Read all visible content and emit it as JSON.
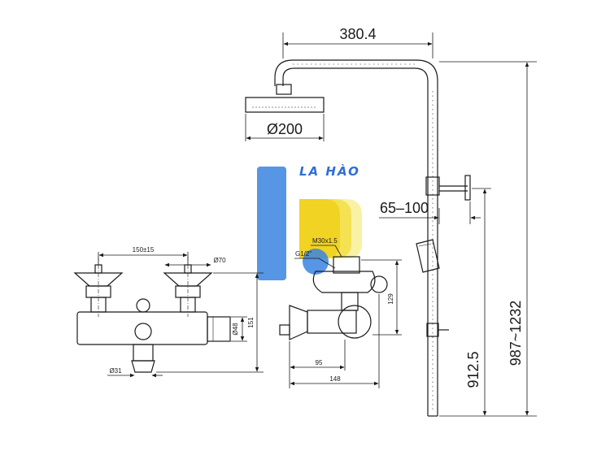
{
  "colors": {
    "line": "#1a1a1a",
    "logo_blue": "#3a82e0",
    "logo_blue_light": "#8dbaf0",
    "logo_yellow": "#f3e04a",
    "logo_yellow_light": "#f8ef9a",
    "brand_text": "#2f6fd6"
  },
  "logo": {
    "text": "LA HÀO"
  },
  "dimensions": {
    "top_width": "380.4",
    "head_diameter": "Ø200",
    "arm_reach": "65–100",
    "total_height": "987~1232",
    "handset_height": "912.5",
    "valve_spacing": "150±15",
    "handle_diameter": "Ø70",
    "body_diameter": "Ø48",
    "valve_height": "151",
    "spout_diameter": "Ø31",
    "thread_top": "M30x1.5",
    "thread_inlet": "G1/2\"",
    "side_height": "129",
    "side_depth_inner": "95",
    "side_depth_outer": "148"
  }
}
